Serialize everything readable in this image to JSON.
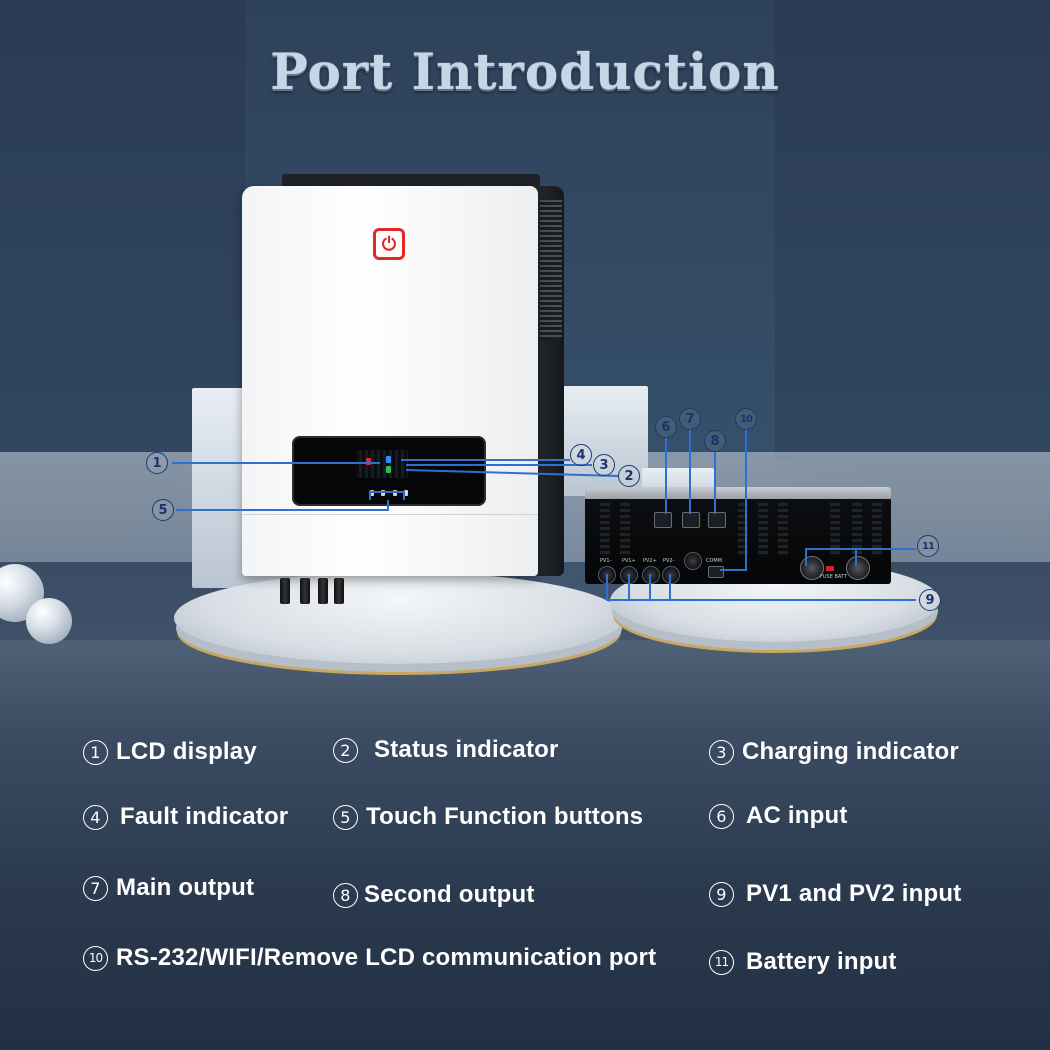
{
  "title": "Port Introduction",
  "front_callouts": [
    "1",
    "2",
    "3",
    "4",
    "5"
  ],
  "bottom_callouts": [
    "6",
    "7",
    "8",
    "9",
    "10",
    "11"
  ],
  "bottom_port_labels": [
    "PV1-",
    "PV1+",
    "PV2+",
    "PV2-"
  ],
  "comm_label": "COMM",
  "battery_port_label": "FUSE  BATT",
  "legend": [
    {
      "num": "1",
      "label": "LCD display"
    },
    {
      "num": "2",
      "label": "Status indicator"
    },
    {
      "num": "3",
      "label": "Charging indicator"
    },
    {
      "num": "4",
      "label": "Fault indicator"
    },
    {
      "num": "5",
      "label": "Touch Function buttons"
    },
    {
      "num": "6",
      "label": "AC input"
    },
    {
      "num": "7",
      "label": "Main output"
    },
    {
      "num": "8",
      "label": "Second output"
    },
    {
      "num": "9",
      "label": "PV1 and PV2 input"
    },
    {
      "num": "10",
      "label": "RS-232/WIFI/Remove LCD communication port"
    },
    {
      "num": "11",
      "label": "Battery input"
    }
  ],
  "colors": {
    "callout_line": "#2f6fd1",
    "callout_text": "#17366c",
    "logo": "#e22826",
    "status_green": "#21c25a",
    "charge_blue": "#2b8cff",
    "fault_red": "#e0263b"
  },
  "icons": {
    "logo": "power-icon"
  }
}
